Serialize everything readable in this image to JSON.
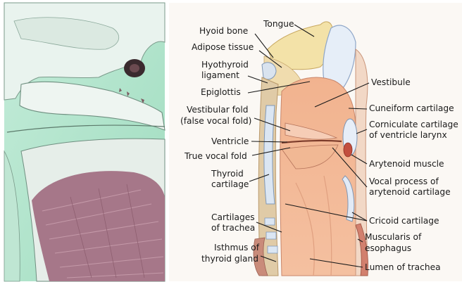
{
  "labels": {
    "tongue": "Tongue",
    "hyoid_bone": "Hyoid bone",
    "adipose_tissue": "Adipose tissue",
    "hyothyroid_line1": "Hyothyroid",
    "hyothyroid_line2": "ligament",
    "epiglottis": "Epiglottis",
    "vestibular_fold_line1": "Vestibular fold",
    "vestibular_fold_line2": "(false vocal fold)",
    "ventricle": "Ventricle",
    "true_vocal_fold": "True vocal fold",
    "thyroid_line1": "Thyroid",
    "thyroid_line2": "cartilage",
    "cart_trachea_line1": "Cartilages",
    "cart_trachea_line2": "of trachea",
    "isthmus_line1": "Isthmus of",
    "isthmus_line2": "thyroid gland",
    "vestibule": "Vestibule",
    "cuneiform": "Cuneiform cartilage",
    "corniculate_line1": "Corniculate cartilage",
    "corniculate_line2": "of ventricle larynx",
    "arytenoid_muscle": "Arytenoid muscle",
    "vocal_process_line1": "Vocal process of",
    "vocal_process_line2": "arytenoid cartilage",
    "cricoid": "Cricoid cartilage",
    "muscularis_line1": "Muscularis of",
    "muscularis_line2": "esophagus",
    "lumen": "Lumen of trachea"
  }
}
